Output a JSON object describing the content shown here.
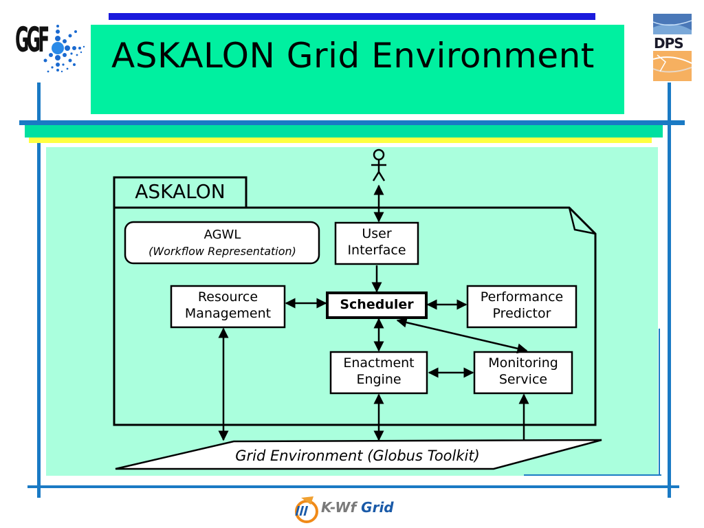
{
  "slide": {
    "title": "ASKALON Grid Environment",
    "colors": {
      "title_box": "#00f0a0",
      "content_panel": "#aaffdd",
      "accent_blue": "#1a7ac4",
      "top_bar": "#1a1adc",
      "band_yellow": "#ffff40"
    }
  },
  "logos": {
    "ggf": {
      "text": "GGF",
      "icon": "ggf-logo-icon"
    },
    "dps": {
      "text": "DPS",
      "icon": "dps-logo-icon"
    },
    "kwf": {
      "text_kwf": "K-Wf",
      "text_grid": "Grid",
      "icon": "kwf-grid-logo-icon"
    }
  },
  "diagram": {
    "frame_label": "ASKALON",
    "agwl": {
      "title": "AGWL",
      "subtitle": "(Workflow Representation)"
    },
    "nodes": {
      "user_interface": {
        "line1": "User",
        "line2": "Interface"
      },
      "resource_management": {
        "line1": "Resource",
        "line2": "Management"
      },
      "scheduler": {
        "line1": "Scheduler"
      },
      "performance_predictor": {
        "line1": "Performance",
        "line2": "Predictor"
      },
      "enactment_engine": {
        "line1": "Enactment",
        "line2": "Engine"
      },
      "monitoring_service": {
        "line1": "Monitoring",
        "line2": "Service"
      }
    },
    "grid_environment": "Grid Environment (Globus Toolkit)",
    "user_icon": "user-stick-figure-icon"
  }
}
